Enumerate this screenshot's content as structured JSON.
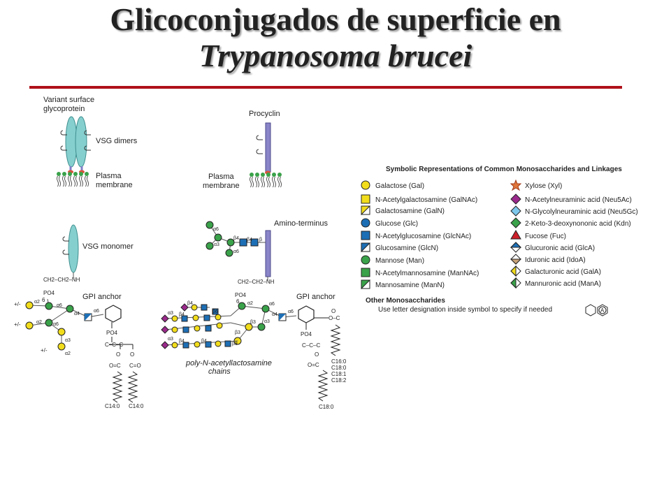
{
  "title": {
    "line1": "Glicoconjugados de superficie en",
    "line2": "Trypanosoma brucei"
  },
  "left_panel": {
    "vsg_label": [
      "Variant surface",
      "glycoprotein"
    ],
    "vsg_dimers": "VSG dimers",
    "plasma_membrane": [
      "Plasma",
      "membrane"
    ],
    "vsg_monomer": "VSG monomer",
    "gpi_anchor": "GPI anchor",
    "linker": "CH2–CH2–NH",
    "po4": "PO4",
    "six": "6",
    "pm": "+/-",
    "fatty": [
      "C14:0",
      "C14:0"
    ]
  },
  "right_panel": {
    "procyclin": "Procyclin",
    "plasma_membrane": [
      "Plasma",
      "membrane"
    ],
    "amino_terminus": "Amino-terminus",
    "gpi_anchor": "GPI anchor",
    "linker": "CH2–CH2–NH",
    "po4": "PO4",
    "six": "6",
    "chains": [
      "poly-N-acetyllactosamine",
      "chains"
    ],
    "fatty": [
      "C16:0",
      "C18:0",
      "C18:1",
      "C18:2",
      "C18:0"
    ]
  },
  "legend": {
    "heading": "Symbolic Representations of Common Monosaccharides and Linkages",
    "left": [
      {
        "name": "Galactose (Gal)",
        "icon": "gal-circle-icon"
      },
      {
        "name": "N-Acetylgalactosamine (GalNAc)",
        "icon": "galnac-square-icon"
      },
      {
        "name": "Galactosamine (GalN)",
        "icon": "galn-halfsquare-icon"
      },
      {
        "name": "Glucose (Glc)",
        "icon": "glc-circle-icon"
      },
      {
        "name": "N-Acetylglucosamine (GlcNAc)",
        "icon": "glcnac-square-icon"
      },
      {
        "name": "Glucosamine (GlcN)",
        "icon": "glcn-halfsquare-icon"
      },
      {
        "name": "Mannose (Man)",
        "icon": "man-circle-icon"
      },
      {
        "name": "N-Acetylmannosamine (ManNAc)",
        "icon": "mannac-square-icon"
      },
      {
        "name": "Mannosamine (ManN)",
        "icon": "mann-halfsquare-icon"
      }
    ],
    "right": [
      {
        "name": "Xylose (Xyl)",
        "icon": "xyl-star-icon"
      },
      {
        "name": "N-Acetylneuraminic acid (Neu5Ac)",
        "icon": "neu5ac-diamond-icon"
      },
      {
        "name": "N-Glycolylneuraminic acid (Neu5Gc)",
        "icon": "neu5gc-diamond-icon"
      },
      {
        "name": "2-Keto-3-deoxynononic acid (Kdn)",
        "icon": "kdn-diamond-icon"
      },
      {
        "name": "Fucose (Fuc)",
        "icon": "fuc-triangle-icon"
      },
      {
        "name": "Glucuronic acid (GlcA)",
        "icon": "glca-diamond-icon"
      },
      {
        "name": "Iduronic acid (IdoA)",
        "icon": "idoa-diamond-icon"
      },
      {
        "name": "Galacturonic acid (GalA)",
        "icon": "gala-diamond-icon"
      },
      {
        "name": "Mannuronic acid (ManA)",
        "icon": "mana-diamond-icon"
      }
    ],
    "other_heading": "Other Monosaccharides",
    "other_text": "Use letter designation inside symbol to specify if needed",
    "other_letter": "A"
  },
  "colors": {
    "title_rule": "#b0111a",
    "yellow": "#f2dd1c",
    "blue": "#1d6fb5",
    "green": "#3aa24a",
    "purple": "#9b2a8c",
    "light_blue": "#7ec8ec",
    "red": "#cc1f2a",
    "vsg_fill": "#86cfcf",
    "procyclin_fill": "#8a85c9"
  }
}
